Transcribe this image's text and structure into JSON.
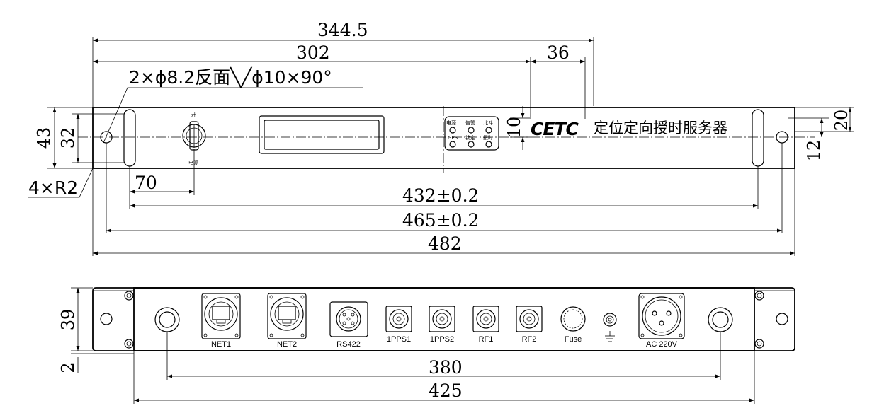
{
  "front": {
    "dims": {
      "overall_top": "344.5",
      "width_302": "302",
      "width_36": "36",
      "hole_note": "2×ϕ8.2反面╲╱ϕ10×90°",
      "height_43": "43",
      "height_32": "32",
      "height_10": "10",
      "height_20": "20",
      "height_12": "12",
      "radius": "4×R2",
      "offset_70": "70",
      "span_432": "432±0.2",
      "span_465": "465±0.2",
      "span_482": "482"
    },
    "switch_on_label": "开",
    "switch_power_label": "电源",
    "indicators": [
      "电源",
      "告警",
      "北斗",
      "GPS",
      "锁定",
      "授时"
    ],
    "brand": "CETC",
    "product_name": "定位定向授时服务器"
  },
  "rear": {
    "dims": {
      "height_39": "39",
      "height_2": "2",
      "span_380": "380",
      "span_425": "425"
    },
    "ports": {
      "net1": "NET1",
      "net2": "NET2",
      "rs422": "RS422",
      "pps1": "1PPS1",
      "pps2": "1PPS2",
      "rf1": "RF1",
      "rf2": "RF2",
      "fuse": "Fuse",
      "ac": "AC 220V"
    }
  }
}
